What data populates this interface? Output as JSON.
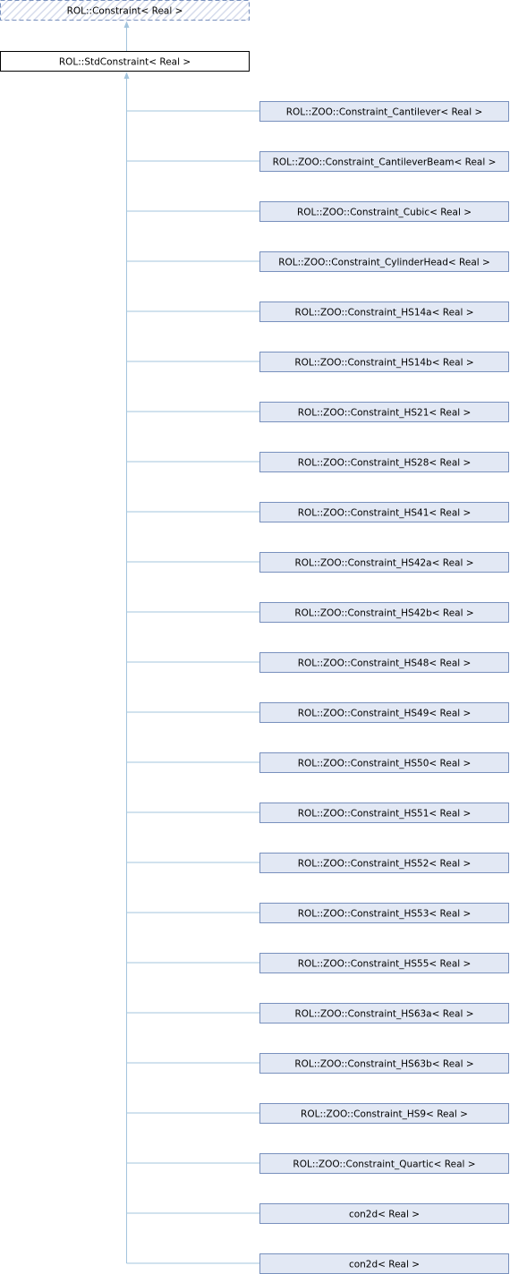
{
  "colors": {
    "edge": "#a3c4dd",
    "child_fill": "#e2e8f4",
    "child_stroke": "#7890bd",
    "base_stroke": "#7890bd",
    "base_hatch": "#d6dcec",
    "parent_fill": "#ffffff",
    "parent_stroke": "#000000"
  },
  "diagram": {
    "base_class": {
      "label": "ROL::Constraint< Real >"
    },
    "parent_class": {
      "label": "ROL::StdConstraint< Real >"
    },
    "children": [
      {
        "label": "ROL::ZOO::Constraint_Cantilever< Real >"
      },
      {
        "label": "ROL::ZOO::Constraint_CantileverBeam< Real >"
      },
      {
        "label": "ROL::ZOO::Constraint_Cubic< Real >"
      },
      {
        "label": "ROL::ZOO::Constraint_CylinderHead< Real >"
      },
      {
        "label": "ROL::ZOO::Constraint_HS14a< Real >"
      },
      {
        "label": "ROL::ZOO::Constraint_HS14b< Real >"
      },
      {
        "label": "ROL::ZOO::Constraint_HS21< Real >"
      },
      {
        "label": "ROL::ZOO::Constraint_HS28< Real >"
      },
      {
        "label": "ROL::ZOO::Constraint_HS41< Real >"
      },
      {
        "label": "ROL::ZOO::Constraint_HS42a< Real >"
      },
      {
        "label": "ROL::ZOO::Constraint_HS42b< Real >"
      },
      {
        "label": "ROL::ZOO::Constraint_HS48< Real >"
      },
      {
        "label": "ROL::ZOO::Constraint_HS49< Real >"
      },
      {
        "label": "ROL::ZOO::Constraint_HS50< Real >"
      },
      {
        "label": "ROL::ZOO::Constraint_HS51< Real >"
      },
      {
        "label": "ROL::ZOO::Constraint_HS52< Real >"
      },
      {
        "label": "ROL::ZOO::Constraint_HS53< Real >"
      },
      {
        "label": "ROL::ZOO::Constraint_HS55< Real >"
      },
      {
        "label": "ROL::ZOO::Constraint_HS63a< Real >"
      },
      {
        "label": "ROL::ZOO::Constraint_HS63b< Real >"
      },
      {
        "label": "ROL::ZOO::Constraint_HS9< Real >"
      },
      {
        "label": "ROL::ZOO::Constraint_Quartic< Real >"
      },
      {
        "label": "con2d< Real >"
      },
      {
        "label": "con2d< Real >"
      }
    ]
  }
}
